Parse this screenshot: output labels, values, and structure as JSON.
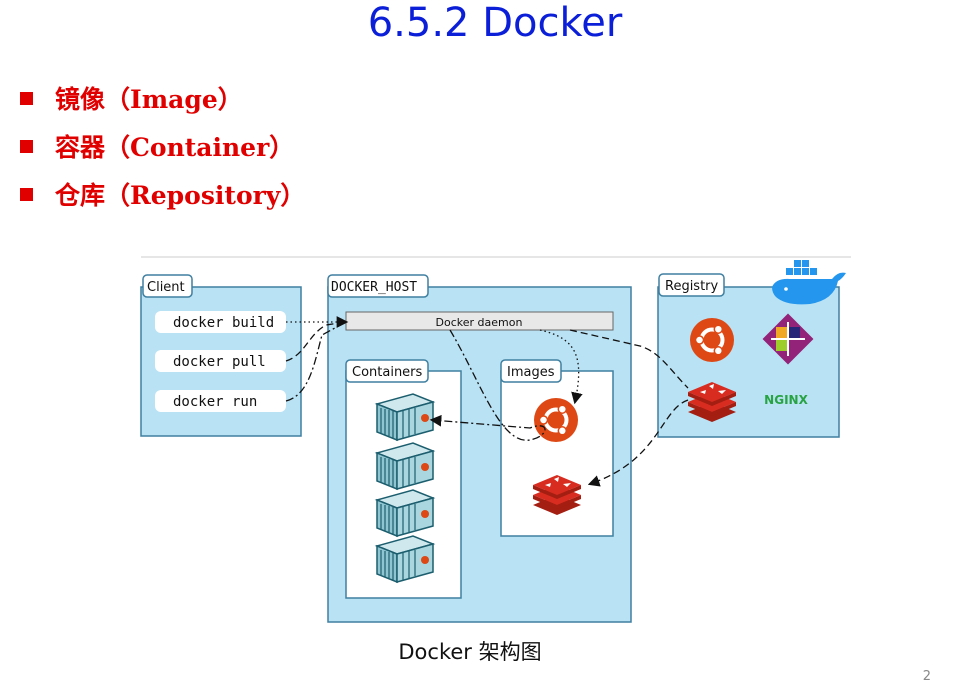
{
  "page": {
    "title": "6.5.2 Docker",
    "bullets": [
      {
        "label": "镜像（Image）"
      },
      {
        "label": "容器（Container）"
      },
      {
        "label": "仓库（Repository）"
      }
    ],
    "caption": "Docker 架构图",
    "page_number": "2"
  },
  "diagram": {
    "client": {
      "label": "Client",
      "commands": [
        "docker build",
        "docker pull",
        "docker run"
      ]
    },
    "host": {
      "label": "DOCKER_HOST",
      "daemon": "Docker daemon",
      "containers_label": "Containers",
      "images_label": "Images"
    },
    "registry": {
      "label": "Registry",
      "nginx": "NGINX"
    },
    "colors": {
      "panel": "#b9e2f4",
      "border": "#3f7fa0",
      "ubuntu": "#dd4814",
      "redis": "#c6302b",
      "nginx": "#27a342",
      "title": "#0b1fd9",
      "bullet": "#e00000"
    }
  }
}
